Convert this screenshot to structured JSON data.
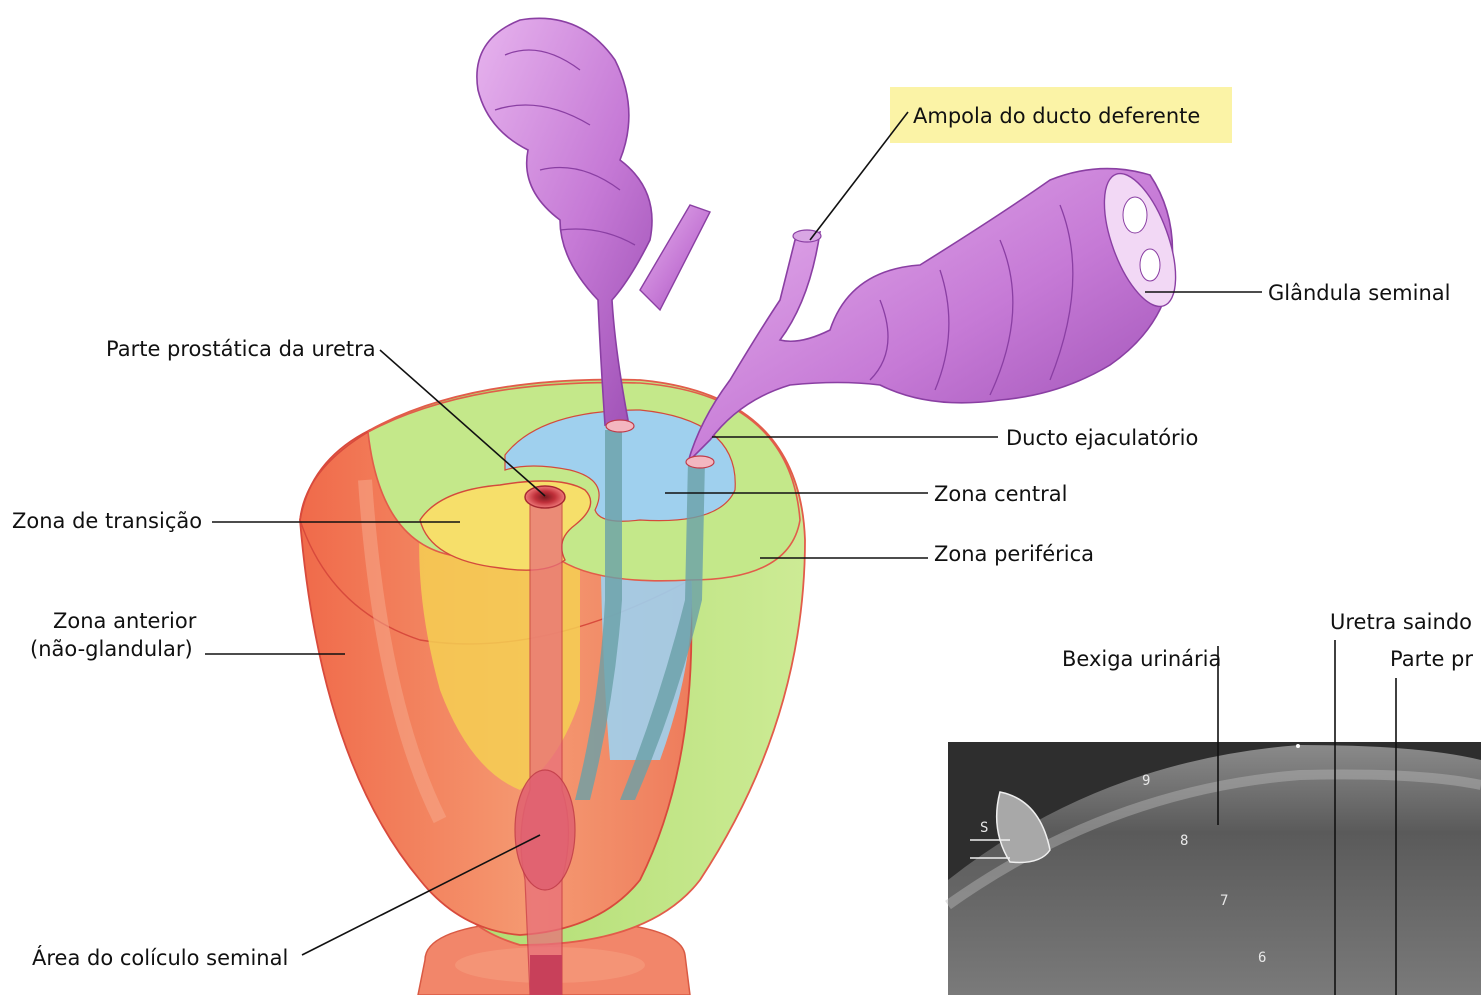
{
  "labels": {
    "ampola": "Ampola do ducto deferente",
    "glandula": "Glândula seminal",
    "parte_prostatica": "Parte prostática da uretra",
    "ducto_ejaculatorio": "Ducto ejaculatório",
    "zona_central": "Zona central",
    "zona_transicao": "Zona de transição",
    "zona_periferica": "Zona periférica",
    "zona_anterior_1": "Zona anterior",
    "zona_anterior_2": "(não-glandular)",
    "area_coliculo": "Área do colículo seminal",
    "uretra_saindo": "Uretra saindo",
    "bexiga": "Bexiga urinária",
    "parte_pr": "Parte pr"
  },
  "ultrasound": {
    "marker": "S",
    "depth_marks": [
      "9",
      "8",
      "7",
      "6"
    ]
  },
  "colors": {
    "highlight": "#fbf3a6",
    "seminal": "#c77fd8",
    "seminal_dark": "#8e44a6",
    "peripheral_zone": "#b6e07a",
    "central_zone": "#9fd0ee",
    "transition_zone": "#f2d24a",
    "anterior_zone": "#ee7450",
    "urethra": "#e2556a"
  }
}
